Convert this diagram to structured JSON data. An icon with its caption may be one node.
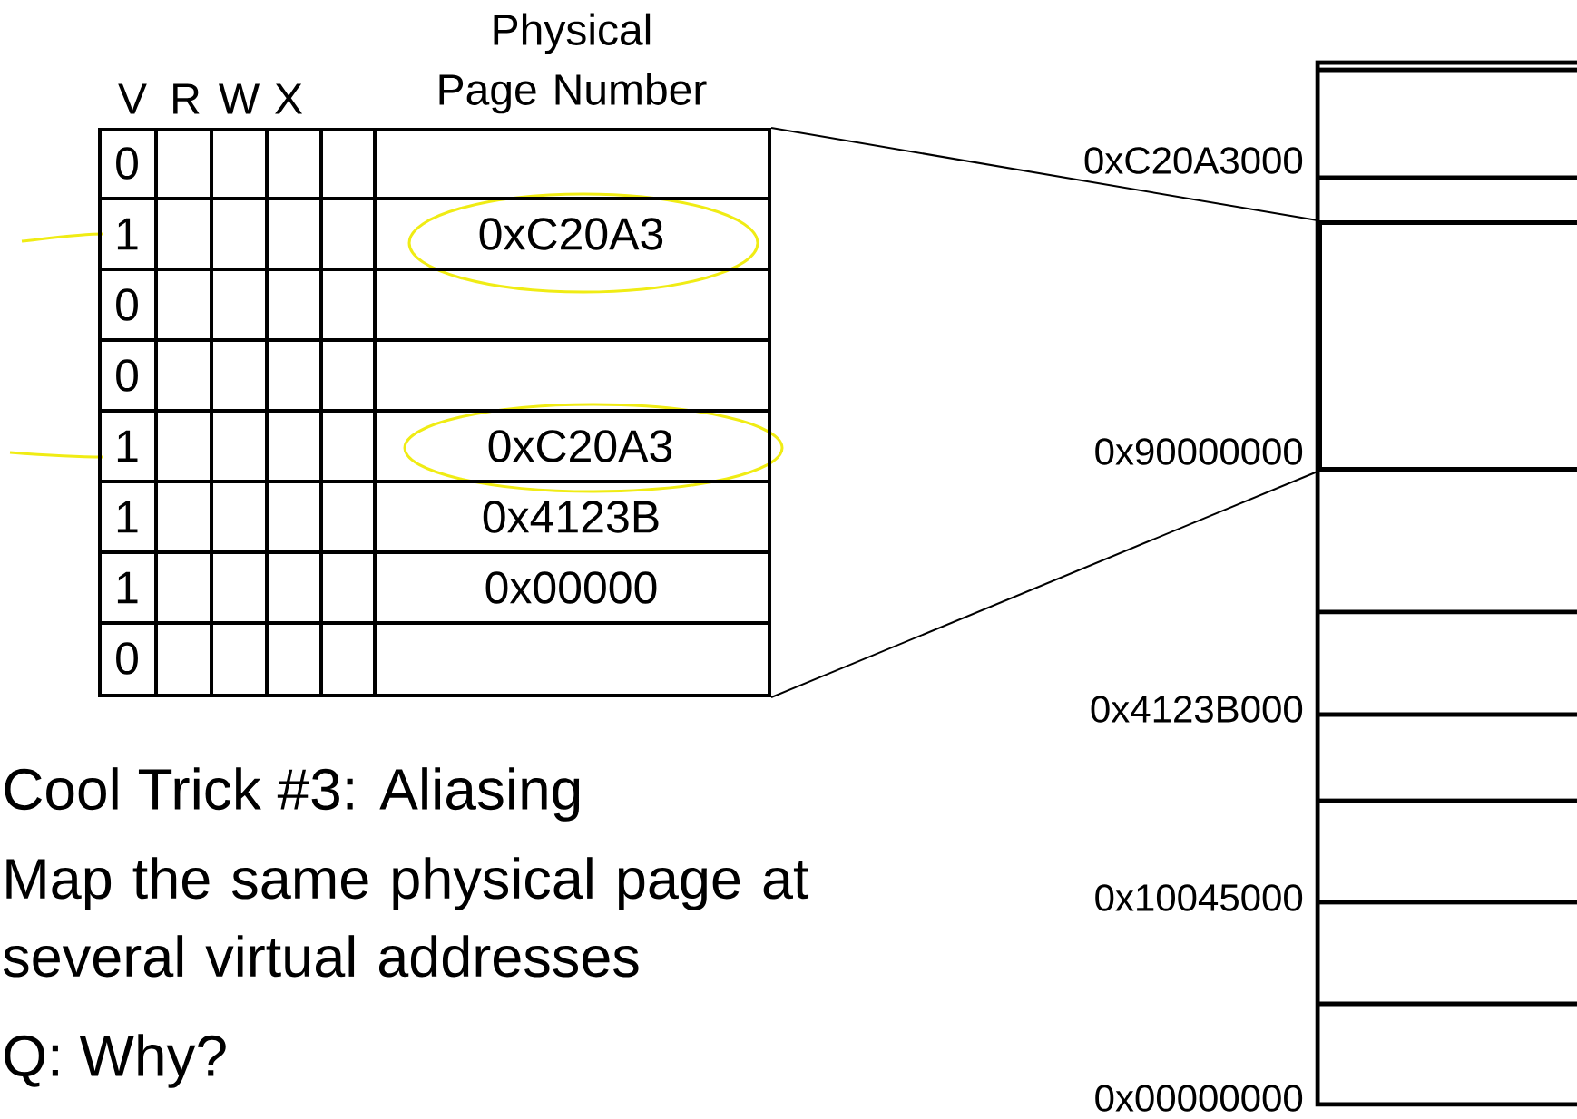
{
  "diagram": {
    "nodes": [
      {
        "text": [
          "V",
          "R",
          "W",
          "X",
          "Physical Page Number",
          "0",
          "1",
          "0xC20A3",
          "0",
          "0",
          "1",
          "0xC20A3",
          "1",
          "0x4123B",
          "1",
          "0x00000",
          "0"
        ]
      },
      {
        "text": [],
        "shape": "box"
      }
    ],
    "edges": [
      {
        "from": 0,
        "to": 1,
        "arrow": "none"
      },
      {
        "from": 0,
        "to": 1,
        "arrow": "none"
      }
    ],
    "labels": [
      "0xC20A3000",
      "0x90000000",
      "0x4123B000",
      "0x10045000",
      "0x00000000",
      "Cool Trick #3: Aliasing",
      "Map the same physical page at several virtual addresses",
      "Q: Why?"
    ]
  }
}
